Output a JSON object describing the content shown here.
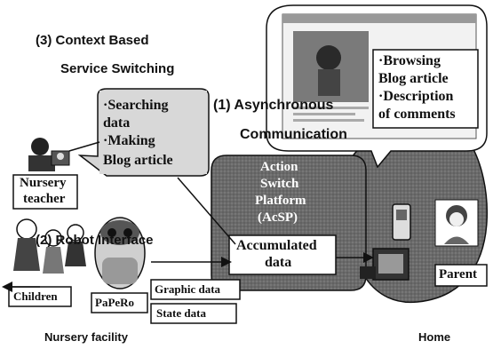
{
  "headings": {
    "context_line1": "(3) Context Based",
    "context_line2": "Service Switching",
    "async_line1": "(1) Asynchronous",
    "async_line2": "Communication",
    "robot_interface": "(2) Robot Interface"
  },
  "nursery_box": {
    "line1": "·Searching",
    "line2": "data",
    "line3": "·Making",
    "line4": "Blog article"
  },
  "home_box": {
    "line1": "·Browsing",
    "line2": "Blog article",
    "line3": "·Description",
    "line4": "of comments"
  },
  "platform": {
    "line1": "Action",
    "line2": "Switch",
    "line3": "Platform",
    "line4": "(AcSP)",
    "storage_line1": "Accumulated",
    "storage_line2": "data"
  },
  "labels": {
    "nursery_teacher_line1": "Nursery",
    "nursery_teacher_line2": "teacher",
    "children": "Children",
    "robot": "PaPeRo",
    "graphic_data": "Graphic data",
    "state_data": "State data",
    "parent": "Parent",
    "nursery_facility": "Nursery facility",
    "home": "Home"
  }
}
